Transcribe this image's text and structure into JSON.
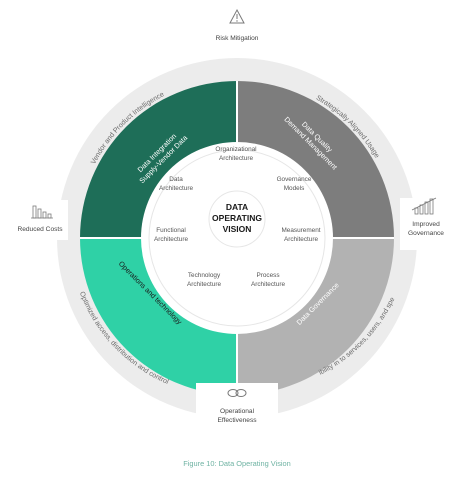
{
  "center": {
    "line1": "DATA",
    "line2": "OPERATING",
    "line3": "VISION"
  },
  "inner_ring": [
    {
      "lines": [
        "Organizational",
        "Architecture"
      ]
    },
    {
      "lines": [
        "Governance",
        "Models"
      ]
    },
    {
      "lines": [
        "Measurement",
        "Architecture"
      ]
    },
    {
      "lines": [
        "Process",
        "Architecture"
      ]
    },
    {
      "lines": [
        "Technology",
        "Architecture"
      ]
    },
    {
      "lines": [
        "Functional",
        "Architecture"
      ]
    },
    {
      "lines": [
        "Data",
        "Architecture"
      ]
    }
  ],
  "quadrants": [
    {
      "id": "top-left",
      "lines": [
        "Data Integration",
        "Supply-Vendor Data"
      ],
      "color": "#1e6e58"
    },
    {
      "id": "top-right",
      "lines": [
        "Data Quality",
        "Demand Management"
      ],
      "color": "#7d7d7d"
    },
    {
      "id": "bottom-right",
      "lines": [
        "Data Governance"
      ],
      "color": "#b2b2b2"
    },
    {
      "id": "bottom-left",
      "lines": [
        "Operations and technology"
      ],
      "color": "#2fd1a6"
    }
  ],
  "outer_arcs": [
    {
      "id": "top-left",
      "text": "Vendor and Product Intelligence"
    },
    {
      "id": "top-right",
      "text": "Strategically Aligned Usage"
    },
    {
      "id": "bottom-right",
      "text": "Visibility in to services, users, and spend"
    },
    {
      "id": "bottom-left",
      "text": "Optimized access, distribution and control"
    }
  ],
  "nodes": {
    "top": {
      "label": "Risk Mitigation",
      "icon": "warning-icon"
    },
    "right": {
      "lines": [
        "Improved",
        "Governance"
      ],
      "icon": "growth-chart-icon"
    },
    "bottom": {
      "lines": [
        "Operational",
        "Effectiveness"
      ],
      "icon": "link-icon"
    },
    "left": {
      "label": "Reduced Costs",
      "icon": "declining-bars-icon"
    }
  },
  "caption": "Figure 10: Data Operating Vision",
  "colors": {
    "outer_ring": "#ececec",
    "inner_ring": "#ffffff",
    "dark_green": "#1e6e58",
    "mint": "#2fd1a6",
    "dark_gray": "#7d7d7d",
    "light_gray": "#b2b2b2",
    "caption": "#6fb3a3"
  }
}
